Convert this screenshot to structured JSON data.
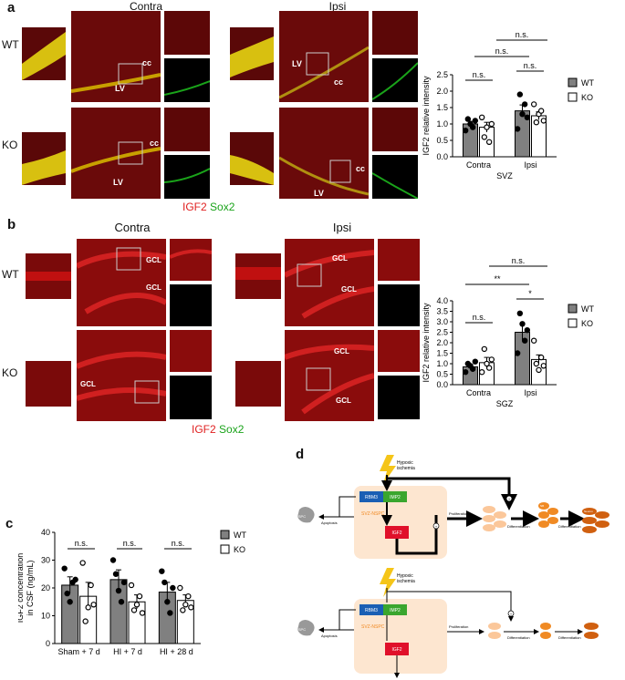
{
  "panel_a": {
    "label": "a",
    "col_contra": "Contra",
    "col_ipsi": "Ipsi",
    "row_wt": "WT",
    "row_ko": "KO",
    "lv": "LV",
    "cc": "cc",
    "stain_red": "IGF2",
    "stain_green": "Sox2"
  },
  "panel_b": {
    "label": "b",
    "col_contra": "Contra",
    "col_ipsi": "Ipsi",
    "row_wt": "WT",
    "row_ko": "KO",
    "gcl": "GCL",
    "stain_red": "IGF2",
    "stain_green": "Sox2"
  },
  "panel_c": {
    "label": "c"
  },
  "panel_d": {
    "label": "d",
    "hypoxic1": "Hypoxic",
    "hypoxic2": "ischemia",
    "rbm3": "RBM3",
    "imp2": "IMP2",
    "svz_nspc": "SVZ-NSPC",
    "igf2": "IGF2",
    "apoptosis": "Apoptosis",
    "proliferation": "Proliferation",
    "differentiation": "Differentiation",
    "nspc": "NSPC",
    "nb": "NB",
    "neuron": "Neuron",
    "plus": "+"
  },
  "colors": {
    "wt": "#808080",
    "ko": "#ffffff",
    "red": "#e02020",
    "green": "#1aa31a"
  },
  "chart_data": [
    {
      "type": "bar",
      "xlabel": "SVZ",
      "ylabel": "IGF2 relative intensity",
      "categories": [
        "Contra",
        "Ipsi"
      ],
      "ylim": [
        0,
        2.5
      ],
      "yticks": [
        "0.0",
        "0.5",
        "1.0",
        "1.5",
        "2.0",
        "2.5"
      ],
      "series": [
        {
          "name": "WT",
          "values": [
            1.0,
            1.4
          ],
          "errors": [
            0.08,
            0.18
          ],
          "points": [
            [
              0.8,
              1.15,
              1.0,
              0.9,
              1.1
            ],
            [
              0.85,
              1.9,
              1.3,
              1.6,
              1.2
            ]
          ]
        },
        {
          "name": "KO",
          "values": [
            0.9,
            1.25
          ],
          "errors": [
            0.15,
            0.12
          ],
          "points": [
            [
              1.2,
              0.6,
              0.9,
              0.45,
              1.0
            ],
            [
              1.6,
              1.05,
              1.3,
              1.4,
              1.1
            ]
          ]
        }
      ],
      "significance": [
        "n.s.",
        "n.s.",
        "n.s.",
        "n.s."
      ]
    },
    {
      "type": "bar",
      "xlabel": "SGZ",
      "ylabel": "IGF2 relative intensity",
      "categories": [
        "Contra",
        "Ipsi"
      ],
      "ylim": [
        0,
        4.0
      ],
      "yticks": [
        "0.0",
        "0.5",
        "1.0",
        "1.5",
        "2.0",
        "2.5",
        "3.0",
        "3.5",
        "4.0"
      ],
      "series": [
        {
          "name": "WT",
          "values": [
            0.85,
            2.5
          ],
          "errors": [
            0.12,
            0.38
          ],
          "points": [
            [
              0.6,
              1.0,
              0.9,
              0.75,
              1.1
            ],
            [
              1.5,
              3.4,
              2.9,
              2.1,
              2.6
            ]
          ]
        },
        {
          "name": "KO",
          "values": [
            1.05,
            1.2
          ],
          "errors": [
            0.25,
            0.22
          ],
          "points": [
            [
              0.6,
              1.7,
              1.0,
              0.8,
              1.2
            ],
            [
              2.1,
              1.0,
              0.7,
              1.3,
              0.9
            ]
          ]
        }
      ],
      "significance": [
        "n.s.",
        "*",
        "**",
        "n.s."
      ]
    },
    {
      "type": "bar",
      "ylabel": "IGF2 concentration in CSF (ng/mL)",
      "categories": [
        "Sham + 7 d",
        "HI + 7 d",
        "HI + 28 d"
      ],
      "ylim": [
        0,
        40
      ],
      "yticks": [
        "0",
        "10",
        "20",
        "30",
        "40"
      ],
      "series": [
        {
          "name": "WT",
          "values": [
            21,
            23,
            18.5
          ],
          "errors": [
            3,
            3.5,
            3.5
          ],
          "points": [
            [
              27,
              18,
              15,
              22,
              23
            ],
            [
              30,
              25,
              19,
              15,
              22
            ],
            [
              26,
              22,
              15,
              11,
              20
            ]
          ]
        },
        {
          "name": "KO",
          "values": [
            17,
            15,
            15.5
          ],
          "errors": [
            5,
            2.5,
            2
          ],
          "points": [
            [
              29,
              8,
              13,
              21,
              14
            ],
            [
              21,
              12,
              14,
              17,
              11
            ],
            [
              20,
              12,
              14,
              17,
              13
            ]
          ]
        }
      ],
      "significance": [
        "n.s.",
        "n.s.",
        "n.s."
      ]
    }
  ]
}
